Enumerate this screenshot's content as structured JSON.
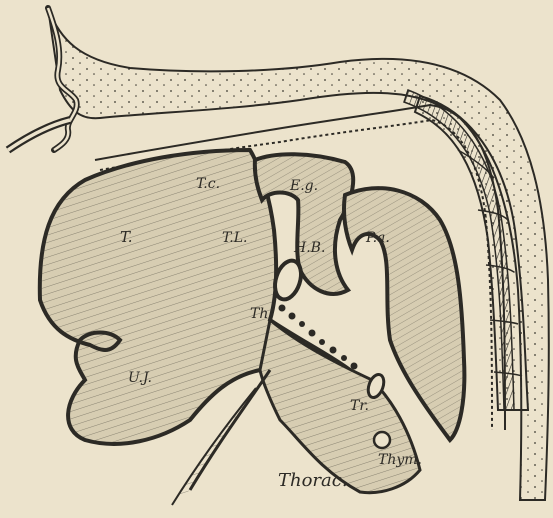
{
  "figure": {
    "background": "#ece3cc",
    "ink": "#2c2a25",
    "tissue_fill": "#d7cdb2",
    "labels": {
      "tc": "T.c.",
      "eg": "E.g.",
      "t": "T.",
      "tl": "T.L.",
      "hb": "H.B.",
      "pa": "P.a.",
      "th": "Th.",
      "ui": "U.J.",
      "tr": "Tr.",
      "thym": "Thym.",
      "thorac": "Thorac."
    }
  }
}
